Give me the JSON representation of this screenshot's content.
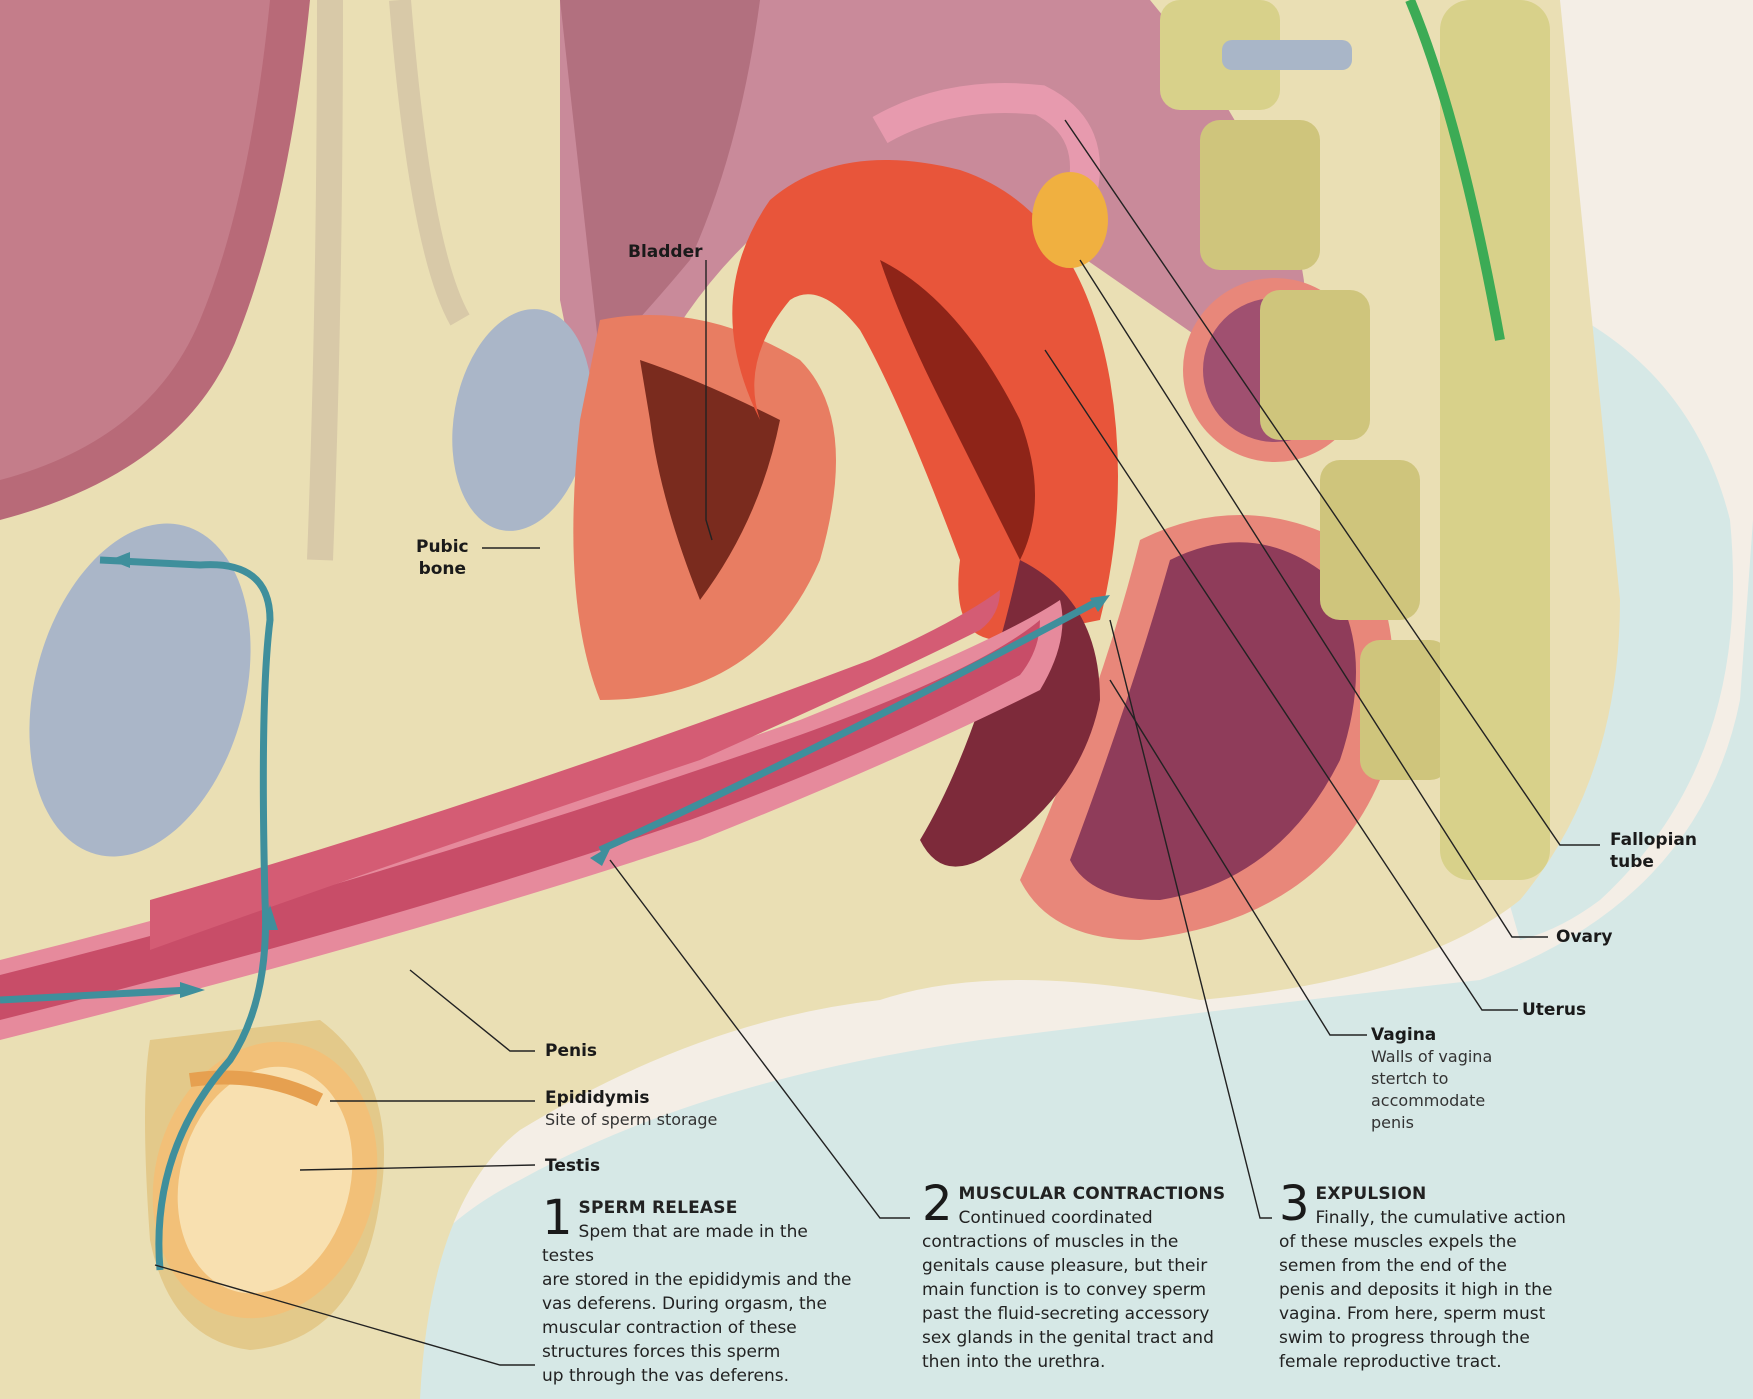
{
  "labels": {
    "bladder": "Bladder",
    "pubic_bone_1": "Pubic",
    "pubic_bone_2": "bone",
    "fallopian_1": "Fallopian",
    "fallopian_2": "tube",
    "ovary": "Ovary",
    "uterus": "Uterus",
    "vagina": "Vagina",
    "vagina_desc_1": "Walls of vagina",
    "vagina_desc_2": "stertch to",
    "vagina_desc_3": "accommodate",
    "vagina_desc_4": "penis",
    "penis": "Penis",
    "epididymis": "Epididymis",
    "epididymis_desc": "Site of sperm storage",
    "testis": "Testis"
  },
  "steps": [
    {
      "number": "1",
      "title": "SPERM RELEASE",
      "lines": [
        "Spem that are made in the testes",
        "are stored in the epididymis and the",
        "vas deferens. During orgasm, the",
        "muscular contraction of these",
        "structures forces this sperm",
        "up through the vas deferens."
      ]
    },
    {
      "number": "2",
      "title": "MUSCULAR CONTRACTIONS",
      "lines": [
        "Continued coordinated",
        "contractions of muscles in the",
        "genitals cause pleasure, but their",
        "main function is to convey sperm",
        "past the fluid-secreting accessory",
        "sex glands in the genital tract and",
        "then into the urethra."
      ]
    },
    {
      "number": "3",
      "title": "EXPULSION",
      "lines": [
        "Finally, the cumulative action",
        "of these muscles expels the",
        "semen from the end of the",
        "penis and deposits it high in the",
        "vagina. From here, sperm must",
        "swim to progress through the",
        "female reproductive tract."
      ]
    }
  ],
  "colors": {
    "tissue_pink": "#e39aa0",
    "uterus_red": "#e8553a",
    "fat_yellow": "#e8dcb0",
    "bone_grey": "#a9b6c8",
    "background_pale": "#d9ebe9",
    "arrow_teal": "#3f8f9c"
  }
}
